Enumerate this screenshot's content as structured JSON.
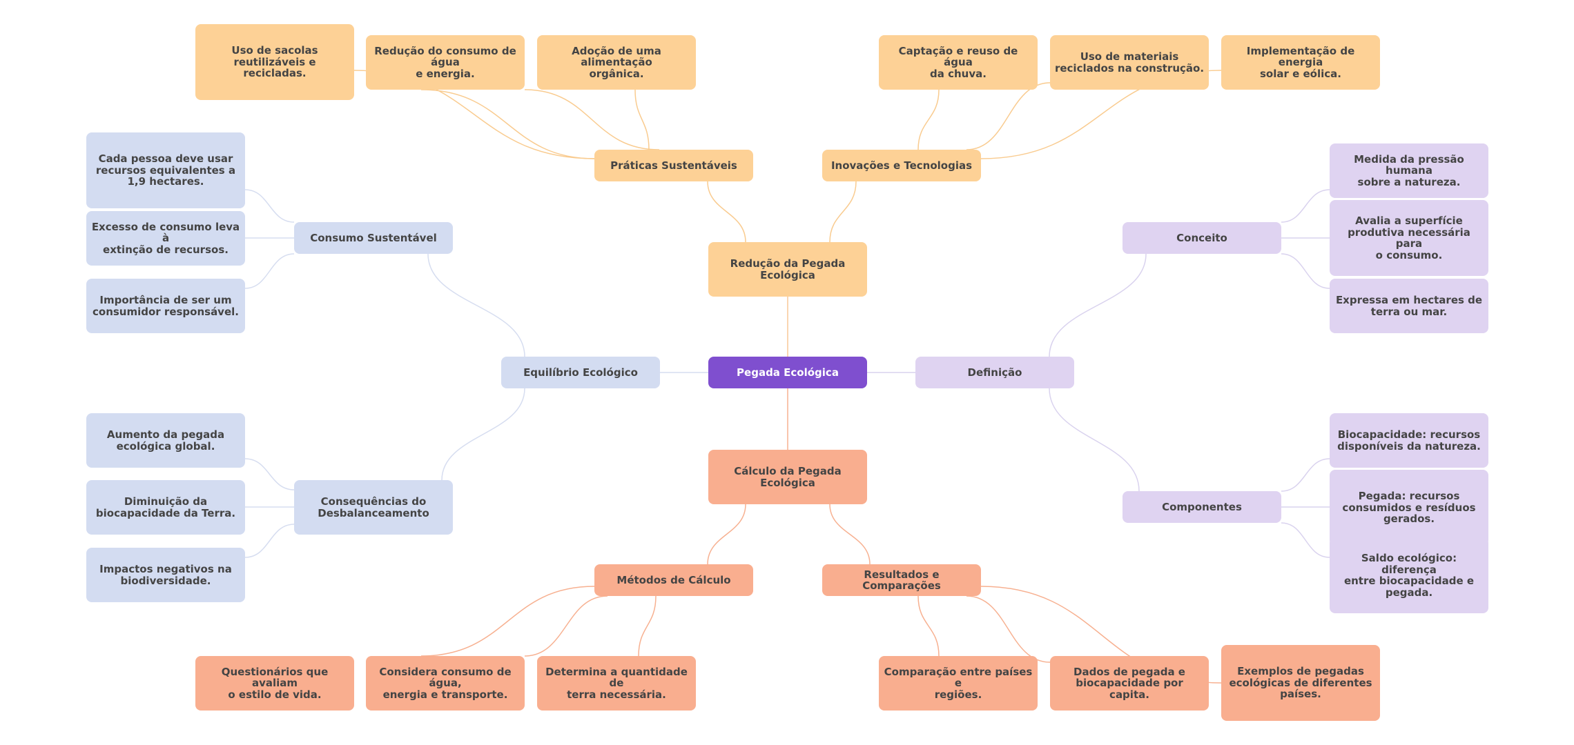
{
  "colors": {
    "root_fill": "#7f4fcf",
    "orange_fill": "#fdd196",
    "orange_line": "#f9cb8f",
    "salmon_fill": "#f9ae8f",
    "salmon_line": "#f7b090",
    "blue_fill": "#d3dcf1",
    "blue_line": "#d6ddf0",
    "lavender_fill": "#dfd3f1",
    "lavender_line": "#d9d2ee",
    "root_line_orange": "#f8c796",
    "root_line_salmon": "#f7b090",
    "root_line_blue": "#d6ddf0",
    "root_line_lavender": "#d9d2ee"
  },
  "nodes": {
    "root": "Pegada Ecológica",
    "reducao": "Redução da Pegada\nEcológica",
    "praticas": "Práticas Sustentáveis",
    "inovacoes": "Inovações e Tecnologias",
    "sacolas": "Uso de sacolas\nreutilizáveis e\nrecicladas.",
    "agua_energia": "Redução do consumo de água\ne energia.",
    "alimentacao": "Adoção de uma alimentação\norgânica.",
    "captacao": "Captação e reuso de água\nda chuva.",
    "materiais": "Uso de materiais\nreciclados na construção.",
    "energia_solar": "Implementação de energia\nsolar e eólica.",
    "equilibrio": "Equilíbrio Ecológico",
    "consumo_sust": "Consumo Sustentável",
    "consequencias": "Consequências do\nDesbalanceamento",
    "cada_pessoa": "Cada pessoa deve usar\nrecursos equivalentes a\n1,9 hectares.",
    "excesso": "Excesso de consumo leva à\nextinção de recursos.",
    "importancia": "Importância de ser um\nconsumidor responsável.",
    "aumento": "Aumento da pegada\necológica global.",
    "diminuicao": "Diminuição da\nbiocapacidade da Terra.",
    "impactos": "Impactos negativos na\nbiodiversidade.",
    "definicao": "Definição",
    "conceito": "Conceito",
    "componentes": "Componentes",
    "medida": "Medida da pressão humana\nsobre a natureza.",
    "avalia": "Avalia a superfície\nprodutiva necessária para\no consumo.",
    "expressa": "Expressa em hectares de\nterra ou mar.",
    "biocapacidade": "Biocapacidade: recursos\ndisponíveis da natureza.",
    "pegada": "Pegada: recursos\nconsumidos e resíduos\ngerados.",
    "saldo": "Saldo ecológico: diferença\nentre biocapacidade e\npegada.",
    "calculo": "Cálculo da Pegada\nEcológica",
    "metodos": "Métodos de Cálculo",
    "resultados": "Resultados e Comparações",
    "questionarios": "Questionários que avaliam\no estilo de vida.",
    "considera": "Considera consumo de água,\nenergia e transporte.",
    "determina": "Determina a quantidade de\nterra necessária.",
    "comparacao": "Comparação entre países e\nregiões.",
    "dados": "Dados de pegada e\nbiocapacidade por capita.",
    "exemplos": "Exemplos de pegadas\necológicas de diferentes\npaíses."
  }
}
